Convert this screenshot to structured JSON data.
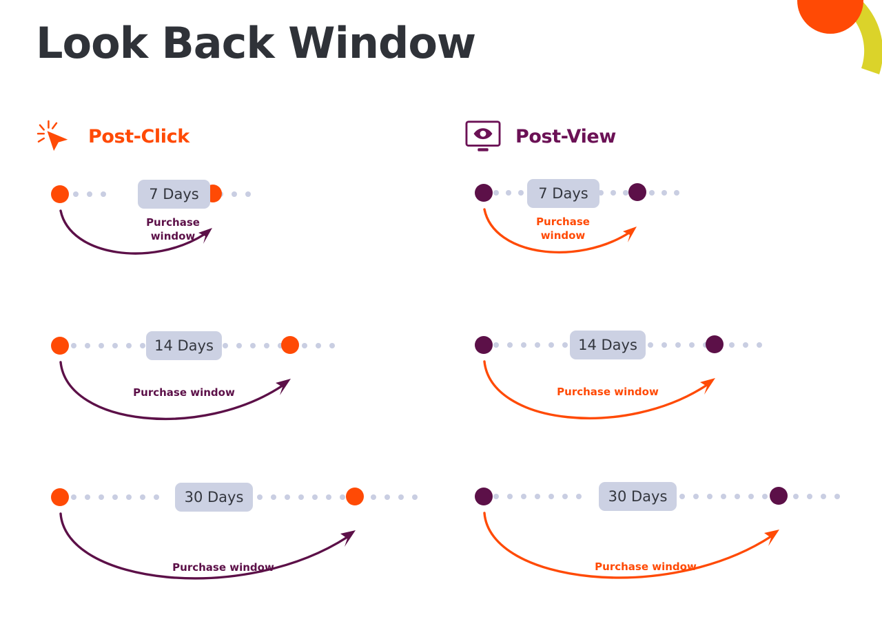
{
  "page": {
    "title": "Look Back Window",
    "background": "#ffffff",
    "title_color": "#2f3238"
  },
  "decoration": {
    "circle_color": "#ff4a05",
    "arc_color": "#dbd32a",
    "name": "corner-circle-and-arc"
  },
  "colors": {
    "orange": "#ff4a05",
    "purple": "#5c1048",
    "dot_track": "#c9cee2",
    "pill_bg": "#ccd1e3",
    "pill_text": "#33363e"
  },
  "columns": [
    {
      "key": "post_click",
      "label": "Post-Click",
      "icon": "click-cursor-icon",
      "label_color": "#ff4a05",
      "node_color": "#ff4a05",
      "arc_color": "#5c1048",
      "arc_label_color": "#5c1048",
      "rows": [
        {
          "days_label": "7 Days",
          "arc_label": "Purchase\nwindow",
          "span": 230,
          "track": 300,
          "days": 7
        },
        {
          "days_label": "14 Days",
          "arc_label": "Purchase window",
          "span": 338,
          "track": 408,
          "days": 14
        },
        {
          "days_label": "30 Days",
          "arc_label": "Purchase window",
          "span": 432,
          "track": 523,
          "days": 30
        }
      ]
    },
    {
      "key": "post_view",
      "label": "Post-View",
      "icon": "screen-eye-icon",
      "label_color": "#6b1155",
      "node_color": "#5c1048",
      "arc_color": "#ff4a05",
      "arc_label_color": "#ff4a05",
      "rows": [
        {
          "days_label": "7 Days",
          "arc_label": "Purchase\nwindow",
          "span": 224,
          "track": 288,
          "days": 7
        },
        {
          "days_label": "14 Days",
          "arc_label": "Purchase window",
          "span": 336,
          "track": 400,
          "days": 14
        },
        {
          "days_label": "30 Days",
          "arc_label": "Purchase window",
          "span": 430,
          "track": 518,
          "days": 30
        }
      ]
    }
  ]
}
